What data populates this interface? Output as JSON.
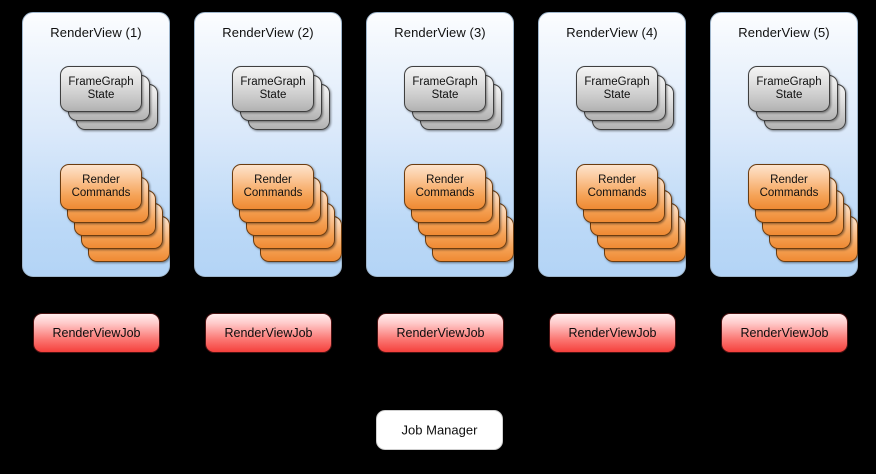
{
  "diagram": {
    "background_color": "#000000",
    "panel_gradient": [
      "#fcfdff",
      "#b3d4f6"
    ],
    "card_gray_gradient": [
      "#f4f4f4",
      "#b2b2b2"
    ],
    "card_orange_gradient": [
      "#fde4cd",
      "#ef8a33"
    ],
    "job_gradient": [
      "#ffeeee",
      "#f5403c"
    ],
    "job_manager_color": "#ffffff"
  },
  "render_views": [
    {
      "title": "RenderView (1)",
      "framegraph": {
        "label": "FrameGraph\nState",
        "count": 3
      },
      "render_commands": {
        "label": "Render\nCommands",
        "count": 5
      },
      "job_label": "RenderViewJob"
    },
    {
      "title": "RenderView (2)",
      "framegraph": {
        "label": "FrameGraph\nState",
        "count": 3
      },
      "render_commands": {
        "label": "Render\nCommands",
        "count": 5
      },
      "job_label": "RenderViewJob"
    },
    {
      "title": "RenderView (3)",
      "framegraph": {
        "label": "FrameGraph\nState",
        "count": 3
      },
      "render_commands": {
        "label": "Render\nCommands",
        "count": 5
      },
      "job_label": "RenderViewJob"
    },
    {
      "title": "RenderView (4)",
      "framegraph": {
        "label": "FrameGraph\nState",
        "count": 3
      },
      "render_commands": {
        "label": "Render\nCommands",
        "count": 5
      },
      "job_label": "RenderViewJob"
    },
    {
      "title": "RenderView (5)",
      "framegraph": {
        "label": "FrameGraph\nState",
        "count": 3
      },
      "render_commands": {
        "label": "Render\nCommands",
        "count": 5
      },
      "job_label": "RenderViewJob"
    }
  ],
  "job_manager": {
    "label": "Job Manager"
  }
}
